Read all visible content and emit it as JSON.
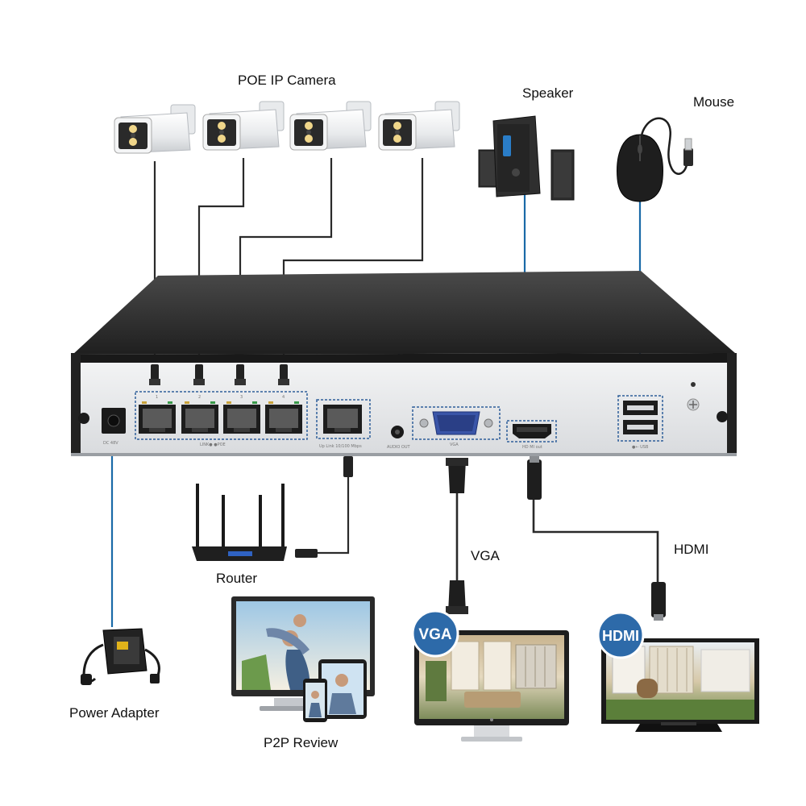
{
  "labels": {
    "poe_camera": "POE IP Camera",
    "speaker": "Speaker",
    "mouse": "Mouse",
    "router": "Router",
    "vga": "VGA",
    "hdmi": "HDMI",
    "power_adapter": "Power Adapter",
    "p2p_review": "P2P Review"
  },
  "monitor_badges": {
    "vga": "VGA",
    "hdmi": "HDMI"
  },
  "nvr": {
    "poe_port_numbers": [
      "1",
      "2",
      "3",
      "4"
    ],
    "dc_label": "DC 48V",
    "poe_label": "LINK● ●POE",
    "uplink_label": "Up Link 10/100 Mbps",
    "audio_label": "AUDIO OUT",
    "vga_label": "VGA",
    "hdmi_label": "HD MI out",
    "usb_label": "●← USB"
  },
  "colors": {
    "cable_black": "#2a2a2a",
    "cable_blue": "#1a6aa8",
    "nvr_top": "#2b2b2b",
    "nvr_panel": "#e6e8ea",
    "port_highlight_border": "#2f5f9a",
    "hdmi_port": "#1a1a1a",
    "vga_port": "#3a55a8"
  }
}
